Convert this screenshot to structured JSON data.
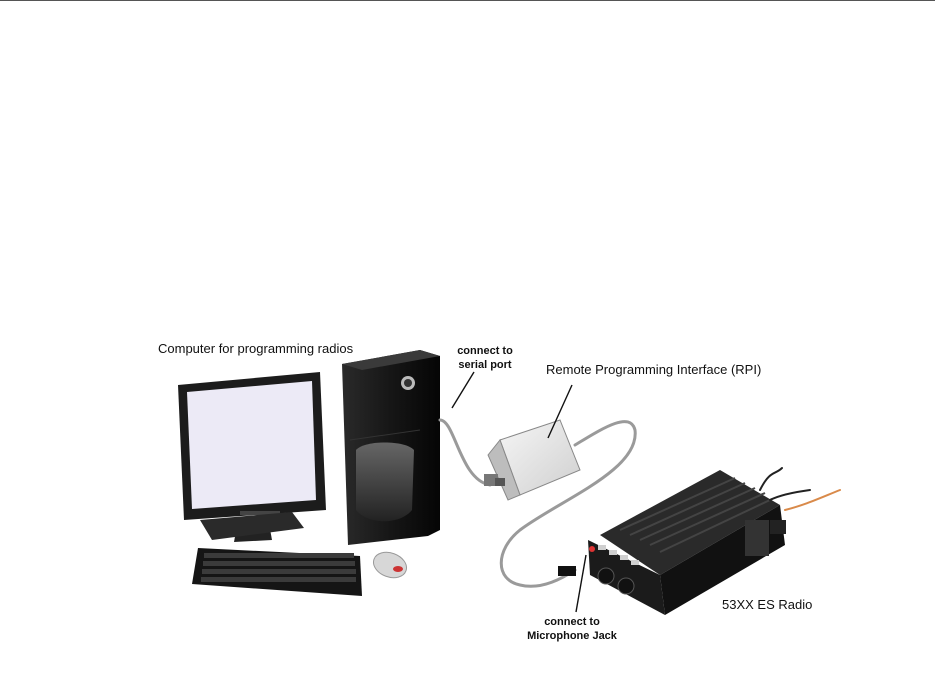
{
  "labels": {
    "computer": "Computer for programming radios",
    "serial_line1": "connect to",
    "serial_line2": "serial port",
    "rpi": "Remote Programming Interface (RPI)",
    "mic_line1": "connect to",
    "mic_line2": "Microphone Jack",
    "radio": "53XX ES Radio"
  },
  "colors": {
    "screen": "#eceaf6",
    "monitor": "#1c1c1c",
    "tower": "#141414",
    "cable": "#9a9a9a",
    "rpi_box": "#e9e9e9",
    "radio": "#1e1e1e",
    "orange_wire": "#d98a4a"
  }
}
